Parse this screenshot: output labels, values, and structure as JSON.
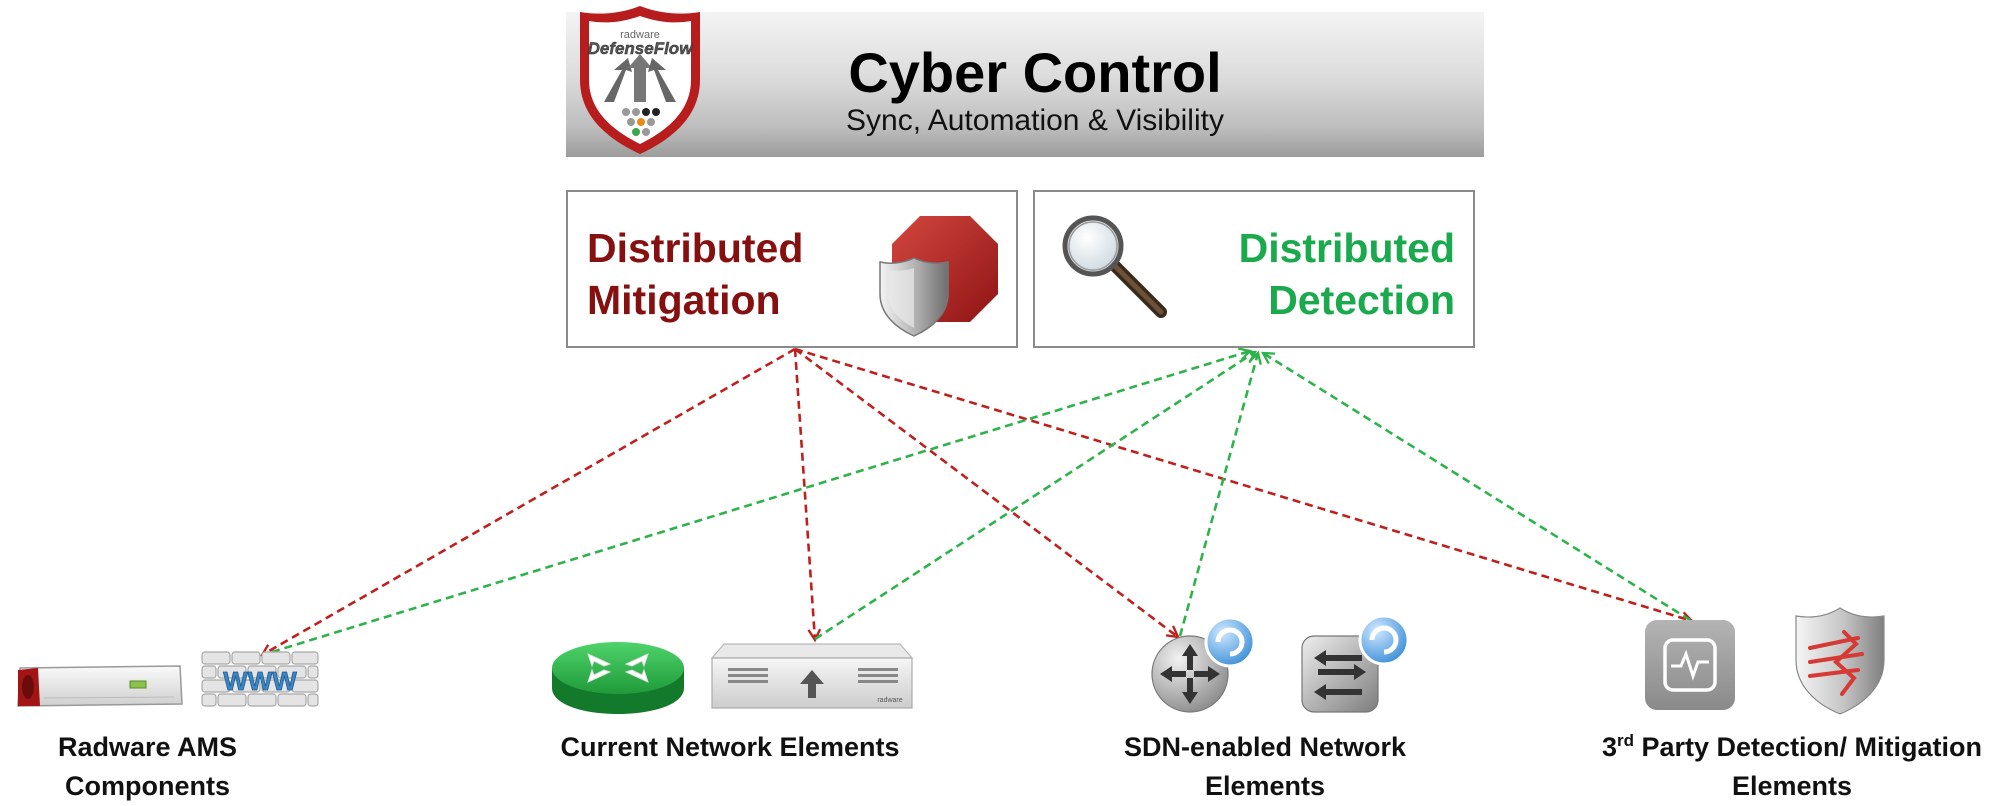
{
  "banner": {
    "title": "Cyber Control",
    "subtitle": "Sync, Automation & Visibility",
    "logo_brand": "radware",
    "logo_product": "DefenseFlow"
  },
  "panels": {
    "mitigation": {
      "line1": "Distributed",
      "line2": "Mitigation",
      "color": "#861010"
    },
    "detection": {
      "line1": "Distributed",
      "line2": "Detection",
      "color": "#1aaa4d"
    }
  },
  "arrow_colors": {
    "mitigation": "#c0201d",
    "detection": "#2db34a"
  },
  "devices": {
    "ams": {
      "line1": "Radware AMS",
      "line2": "Components",
      "icons": [
        "appliance-icon",
        "www-firewall-icon"
      ]
    },
    "current": {
      "line1": "Current Network Elements",
      "icons": [
        "router-icon",
        "switch-appliance-icon"
      ],
      "appliance_brand": "radware"
    },
    "sdn": {
      "line1": "SDN-enabled Network",
      "line2": "Elements",
      "icons": [
        "sdn-router-icon",
        "sdn-switch-icon"
      ]
    },
    "third": {
      "prefix": "3",
      "sup": "rd",
      "line1_rest": " Party Detection/ Mitigation",
      "line2": "Elements",
      "icons": [
        "monitor-icon",
        "shield-icon"
      ]
    }
  }
}
